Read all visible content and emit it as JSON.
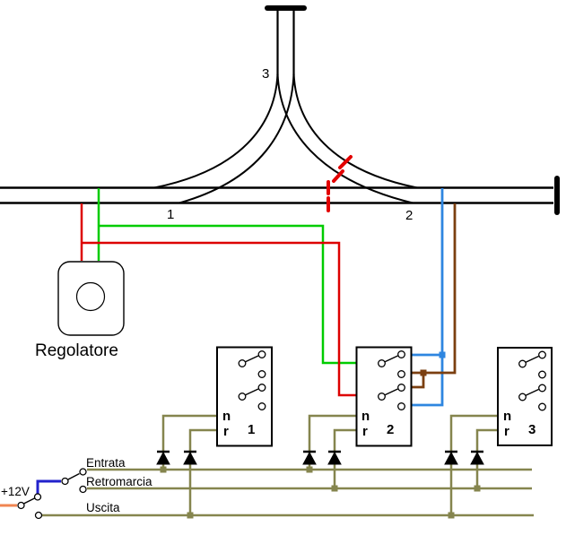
{
  "labels": {
    "siding_track": "3",
    "junction_left": "1",
    "junction_right": "2",
    "regulator": "Regolatore",
    "supply": "+12V"
  },
  "buses": {
    "entrata": "Entrata",
    "retromarcia": "Retromarcia",
    "uscita": "Uscita"
  },
  "switch_boxes": [
    {
      "normal": "n",
      "reverse": "r",
      "number": "1"
    },
    {
      "normal": "n",
      "reverse": "r",
      "number": "2"
    },
    {
      "normal": "n",
      "reverse": "r",
      "number": "3"
    }
  ],
  "colors": {
    "rail": "#000000",
    "gap_red": "#e30000",
    "green": "#00cc00",
    "red": "#dd0000",
    "blue_feed": "#2e86e0",
    "brown": "#7b3f10",
    "olive": "#85854e",
    "orange": "#f08552",
    "blue_switch": "#2222cc"
  }
}
